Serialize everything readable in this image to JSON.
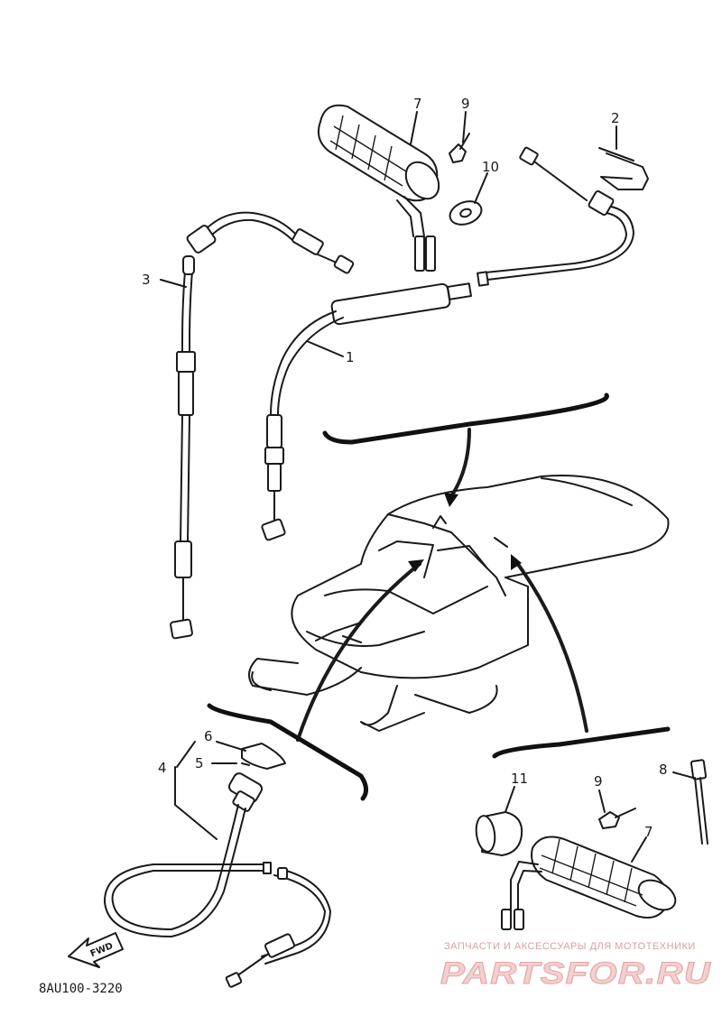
{
  "diagram": {
    "code": "8AU100-3220",
    "fwd_label": "FWD"
  },
  "callouts": {
    "c1": "1",
    "c2": "2",
    "c3": "3",
    "c4": "4",
    "c5": "5",
    "c6": "6",
    "c7_top": "7",
    "c7_bottom": "7",
    "c8": "8",
    "c9_top": "9",
    "c9_bottom": "9",
    "c10": "10",
    "c11": "11"
  },
  "watermark": {
    "tagline": "ЗАПЧАСТИ И АКСЕССУАРЫ ДЛЯ МОТОТЕХНИКИ",
    "brand": "PARTSFOR.RU"
  }
}
